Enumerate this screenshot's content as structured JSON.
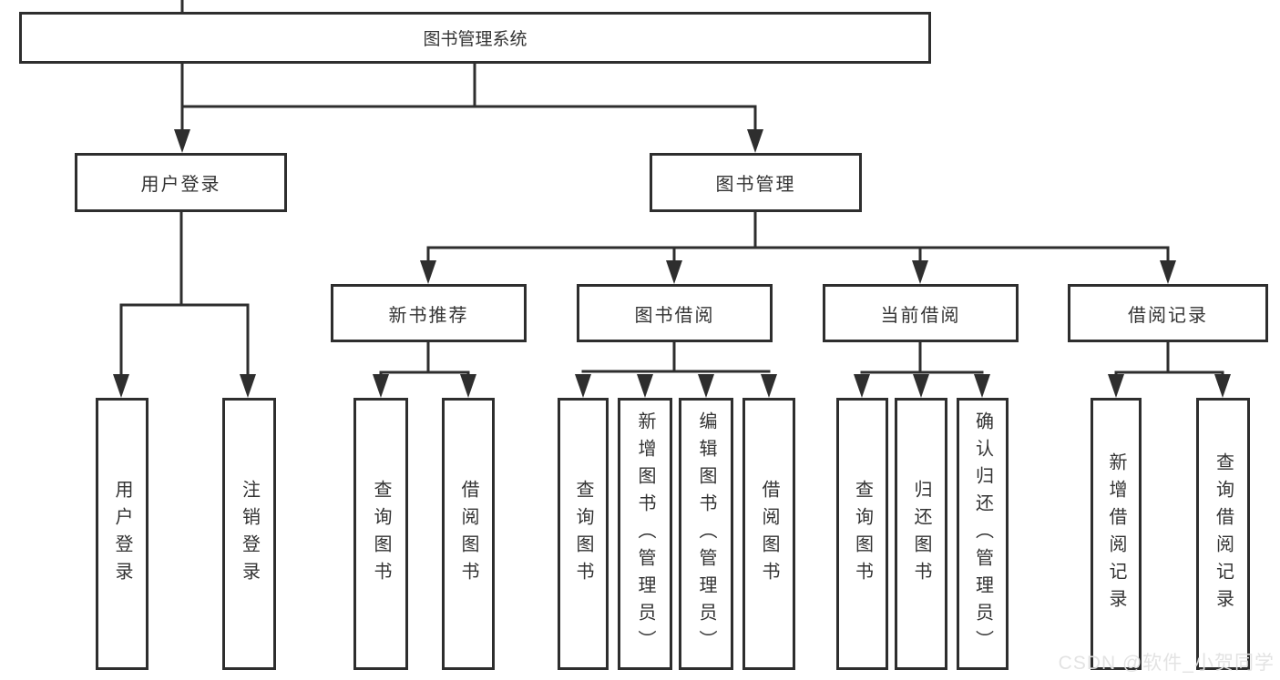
{
  "diagram": {
    "title": "图书管理系统",
    "watermark": "CSDN @软件_小贺同学",
    "colors": {
      "line": "#2e2e2e",
      "text": "#333333",
      "background": "#ffffff",
      "watermark": "#e1e1e1"
    },
    "nodes": {
      "root": {
        "label": "图书管理系统"
      },
      "user_login": {
        "label": "用户登录"
      },
      "book_mgmt": {
        "label": "图书管理"
      },
      "new_book_rec": {
        "label": "新书推荐"
      },
      "book_borrow": {
        "label": "图书借阅"
      },
      "current_borrow": {
        "label": "当前借阅"
      },
      "borrow_records": {
        "label": "借阅记录"
      },
      "leaf_user_login": {
        "label": "用户登录"
      },
      "leaf_logout": {
        "label": "注销登录"
      },
      "leaf_query_book_rec": {
        "label": "查询图书"
      },
      "leaf_borrow_book_rec": {
        "label": "借阅图书"
      },
      "leaf_query_book_borrow": {
        "label": "查询图书"
      },
      "leaf_add_book_admin": {
        "label": "新增图书（管理员）"
      },
      "leaf_edit_book_admin": {
        "label": "编辑图书（管理员）"
      },
      "leaf_borrow_book_borrow": {
        "label": "借阅图书"
      },
      "leaf_query_book_current": {
        "label": "查询图书"
      },
      "leaf_return_book": {
        "label": "归还图书"
      },
      "leaf_confirm_return_admin": {
        "label": "确认归还（管理员）"
      },
      "leaf_add_borrow_record": {
        "label": "新增借阅记录"
      },
      "leaf_query_borrow_record": {
        "label": "查询借阅记录"
      }
    }
  }
}
